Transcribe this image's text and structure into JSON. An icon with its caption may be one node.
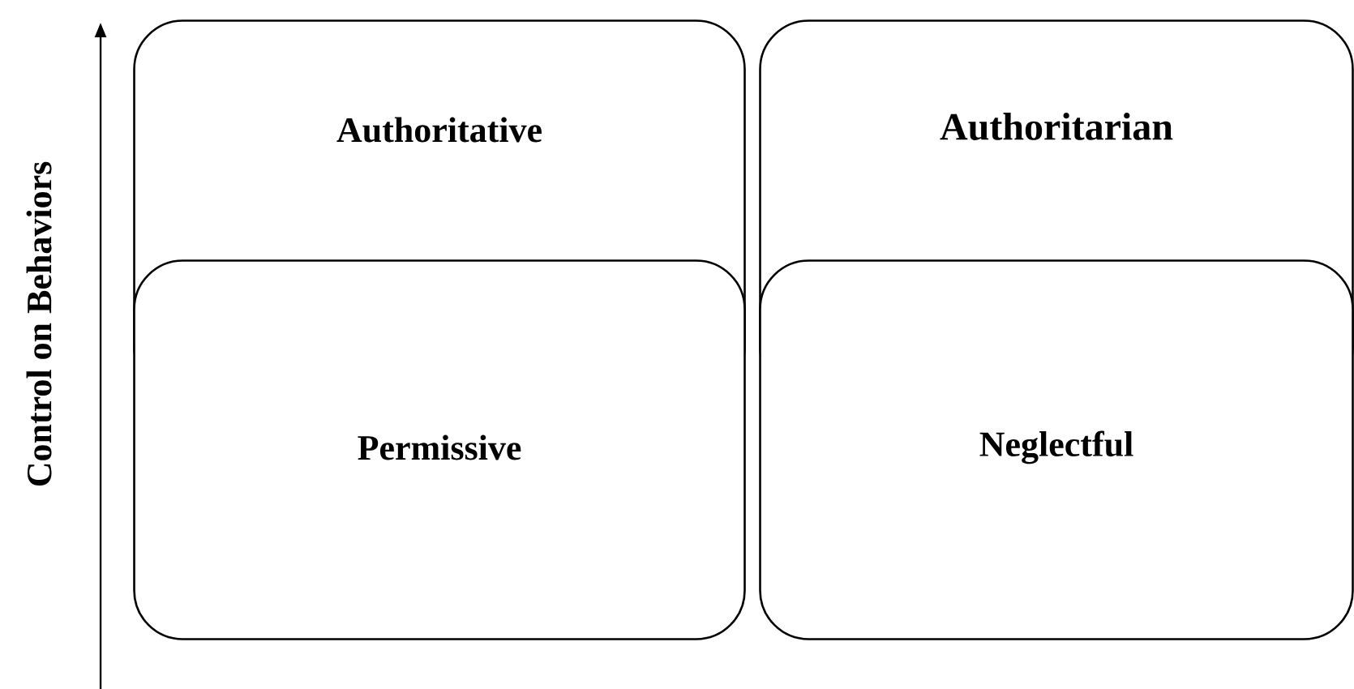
{
  "diagram": {
    "nodes": [
      {
        "text": [
          "Authoritative"
        ]
      },
      {
        "text": [
          "Authoritarian"
        ]
      },
      {
        "text": [
          "Permissive"
        ]
      },
      {
        "text": [
          "Neglectful"
        ]
      }
    ],
    "labels": [
      "Control on Behaviors"
    ]
  }
}
